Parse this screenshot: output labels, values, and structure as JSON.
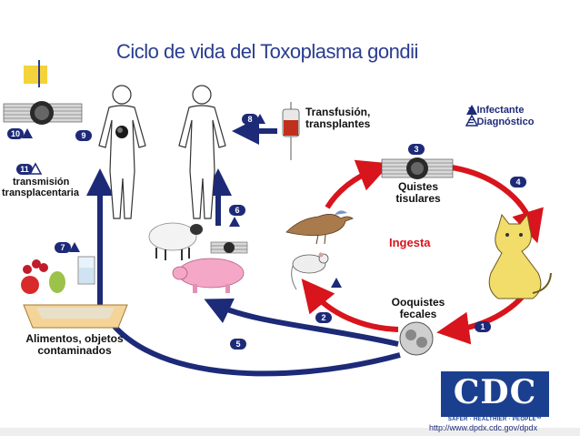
{
  "title": "Ciclo de vida del Toxoplasma gondii",
  "legend": {
    "infective": "= Infectante",
    "diagnostic": "= Diagnóstico",
    "infective_color": "#1d2a78",
    "diagnostic_color": "#1d2a78"
  },
  "labels": {
    "transfusion": "Transfusión,",
    "transplants": "transplantes",
    "tissue_cysts_1": "Quistes",
    "tissue_cysts_2": "tisulares",
    "ingesta": "Ingesta",
    "fecal_oocysts_1": "Ooquistes",
    "fecal_oocysts_2": "fecales",
    "transmission_1": "transmisión",
    "transmission_2": "transplacentaria",
    "food_1": "Alimentos, objetos",
    "food_2": "contaminados"
  },
  "steps": [
    "1",
    "2",
    "3",
    "4",
    "5",
    "6",
    "7",
    "8",
    "9",
    "10",
    "11"
  ],
  "footer": {
    "url": "http://www.dpdx.cdc.gov/dpdx",
    "logo": "CDC",
    "tagline": "SAFER · HEALTHIER · PEOPLE™"
  },
  "colors": {
    "title": "#2a3d8f",
    "cycle_arrow": "#d8141c",
    "human_arrow": "#1d2a78",
    "logo_bg": "#1b3f8f",
    "cat": "#f2dc6a",
    "pig": "#f4a7c6"
  },
  "icons": [
    "tissue-cyst-icon",
    "human-figure-icon",
    "blood-bag-icon",
    "bird-icon",
    "cat-icon",
    "mouse-icon",
    "sheep-icon",
    "pig-icon",
    "fruit-icon",
    "glass-icon",
    "litter-box-icon",
    "oocyst-icon",
    "fetus-icon"
  ]
}
